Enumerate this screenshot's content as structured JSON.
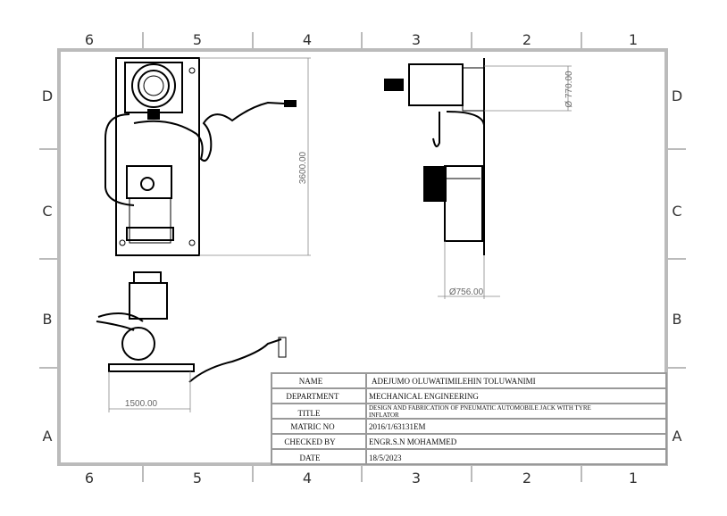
{
  "zones": {
    "columns": [
      "6",
      "5",
      "4",
      "3",
      "2",
      "1"
    ],
    "rows": [
      "D",
      "C",
      "B",
      "A"
    ]
  },
  "dimensions": {
    "height": "3600.00",
    "diameter_top": "Ø 770.00",
    "diameter_bottom": "Ø756.00",
    "width": "1500.00"
  },
  "title_block": {
    "rows": [
      {
        "label": "NAME",
        "value": "ADEJUMO OLUWATIMILEHIN  TOLUWANIMI"
      },
      {
        "label": "DEPARTMENT",
        "value": "MECHANICAL ENGINEERING"
      },
      {
        "label": "TITLE",
        "value": "DESIGN AND FABRICATION OF PNEUMATIC AUTOMOBILE JACK WITH TYRE",
        "value2": "INFLATOR"
      },
      {
        "label": "MATRIC NO",
        "value": "2016/1/63131EM"
      },
      {
        "label": "CHECKED BY",
        "value": "ENGR.S.N  MOHAMMED"
      },
      {
        "label": "DATE",
        "value": "18/5/2023"
      }
    ]
  }
}
